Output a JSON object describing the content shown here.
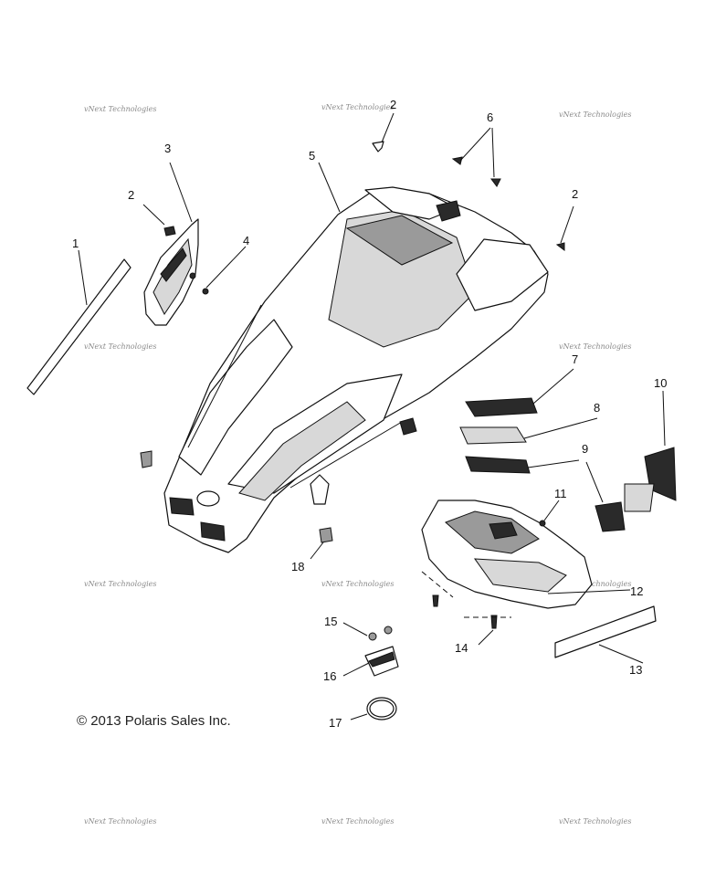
{
  "watermark_text": "vNext Technologies",
  "copyright": "© 2013 Polaris Sales Inc.",
  "callouts": [
    "1",
    "2",
    "2",
    "2",
    "3",
    "4",
    "5",
    "6",
    "7",
    "8",
    "9",
    "10",
    "11",
    "12",
    "13",
    "14",
    "15",
    "16",
    "17",
    "18"
  ]
}
